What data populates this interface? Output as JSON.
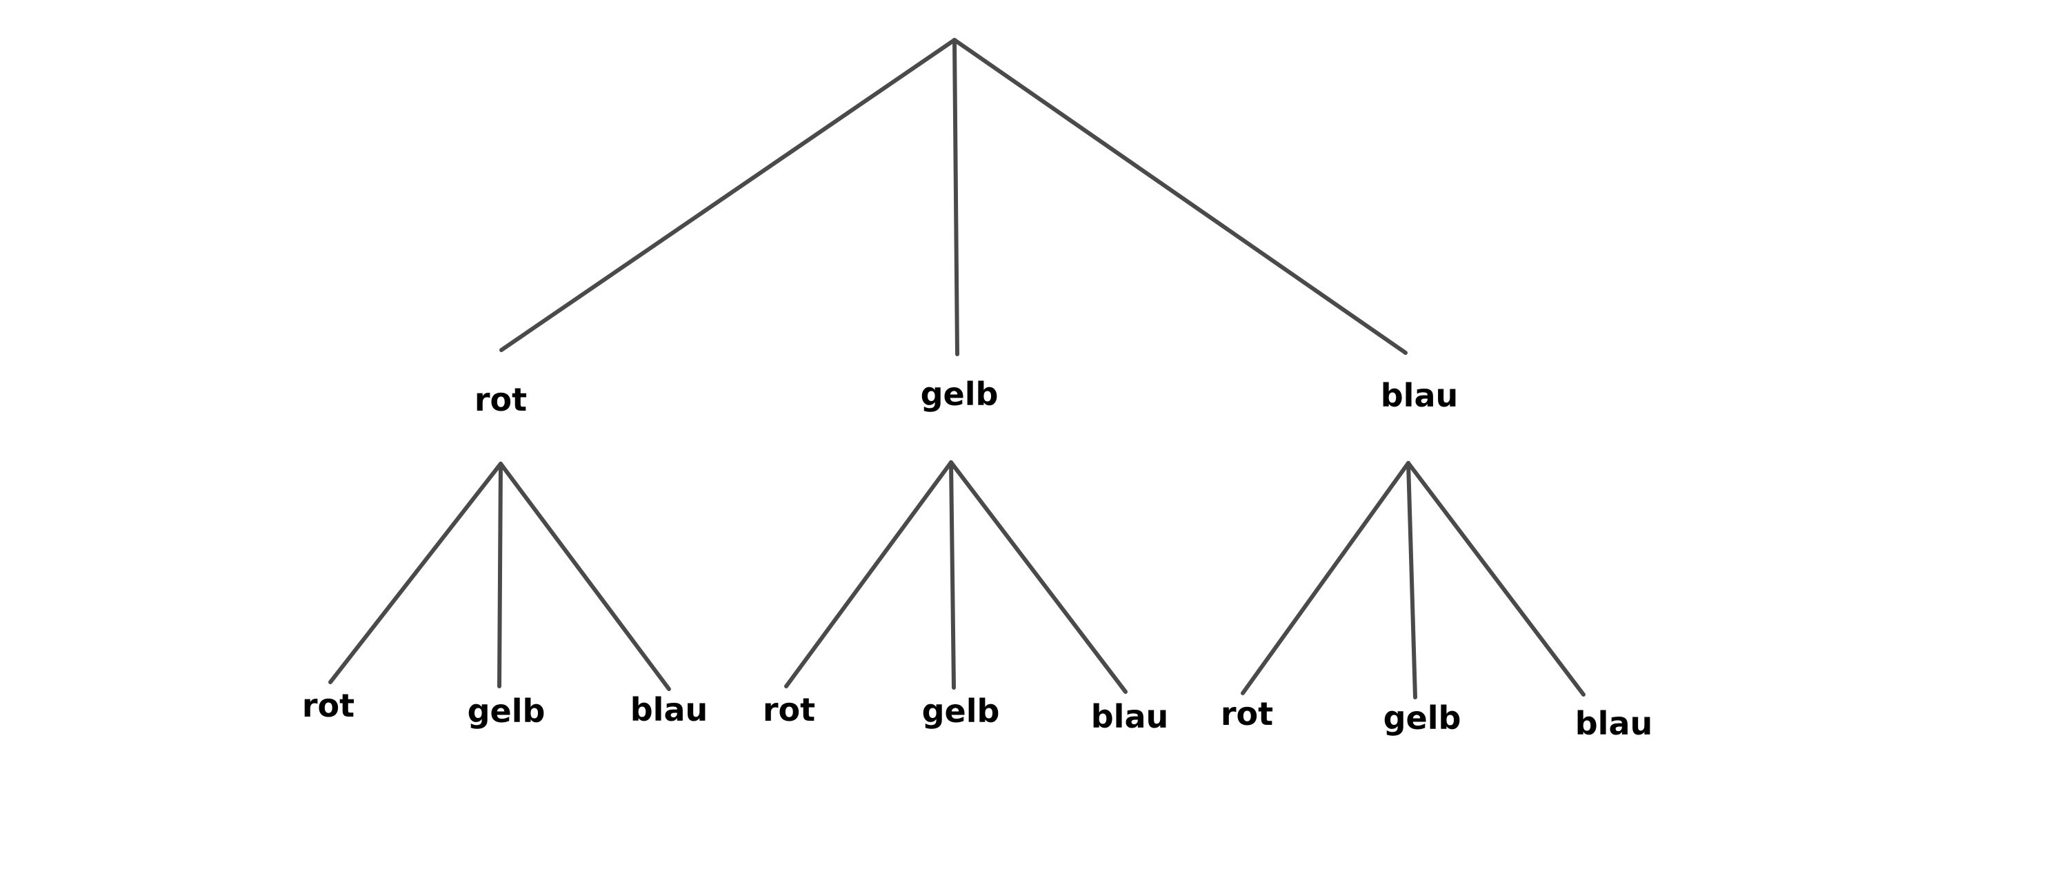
{
  "diagram": {
    "type": "tree",
    "line_color": "#4a4a4a",
    "text_color": "#000000",
    "root": {
      "label": "",
      "children": [
        {
          "label": "rot",
          "children": [
            {
              "label": "rot"
            },
            {
              "label": "gelb"
            },
            {
              "label": "blau"
            }
          ]
        },
        {
          "label": "gelb",
          "children": [
            {
              "label": "rot"
            },
            {
              "label": "gelb"
            },
            {
              "label": "blau"
            }
          ]
        },
        {
          "label": "blau",
          "children": [
            {
              "label": "rot"
            },
            {
              "label": "gelb"
            },
            {
              "label": "blau"
            }
          ]
        }
      ]
    }
  }
}
